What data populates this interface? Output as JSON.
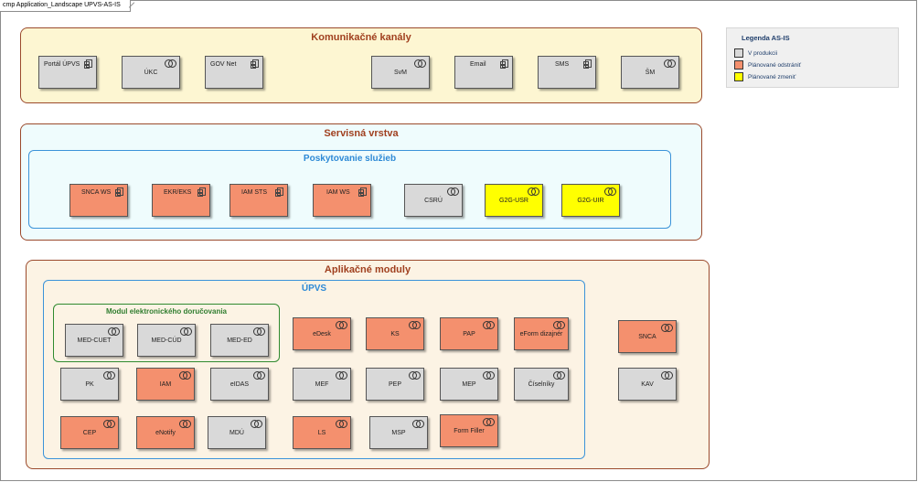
{
  "diagram_title": "cmp Application_Landscape UPVS-AS-IS",
  "groups": {
    "kanaly": "Komunikačné kanály",
    "servis": "Servisná vrstva",
    "poskytovanie": "Poskytovanie služieb",
    "aplikacne": "Aplikačné moduly",
    "upvs": "ÚPVS",
    "modul": "Modul elektronického doručovania"
  },
  "legend": {
    "title": "Legenda AS-IS",
    "items": [
      {
        "label": "V produkcii",
        "color": "#d9d9d9"
      },
      {
        "label": "Plánované odstrániť",
        "color": "#f4906e"
      },
      {
        "label": "Plánované zmeniť",
        "color": "#ffff00"
      }
    ]
  },
  "components": {
    "portal_upvs": "Portál ÚPVS",
    "ukc": "ÚKC",
    "gov_net": "GOV Net",
    "svm": "SvM",
    "email": "Email",
    "sms": "SMS",
    "sm": "ŠM",
    "snca_ws": "SNCA WS",
    "ekr_eks": "EKR/EKS",
    "iam_sts": "IAM STS",
    "iam_ws": "IAM WS",
    "csru": "CSRÚ",
    "g2g_usr": "G2G-USR",
    "g2g_uir": "G2G-UIR",
    "med_cuet": "MED-CUET",
    "med_cud": "MED-CÚD",
    "med_ed": "MED-ED",
    "edesk": "eDesk",
    "ks": "KS",
    "pap": "PAP",
    "eform_dizajner": "eForm dizajnér",
    "snca": "SNCA",
    "pk": "PK",
    "iam": "IAM",
    "eidas": "eIDAS",
    "mef": "MEF",
    "pep": "PEP",
    "mep": "MEP",
    "ciselniky": "Číselníky",
    "kav": "KAV",
    "cep": "CEP",
    "enotify": "eNotify",
    "mdu": "MDÚ",
    "ls": "LS",
    "msp": "MSP",
    "form_filler": "Form Filler"
  }
}
